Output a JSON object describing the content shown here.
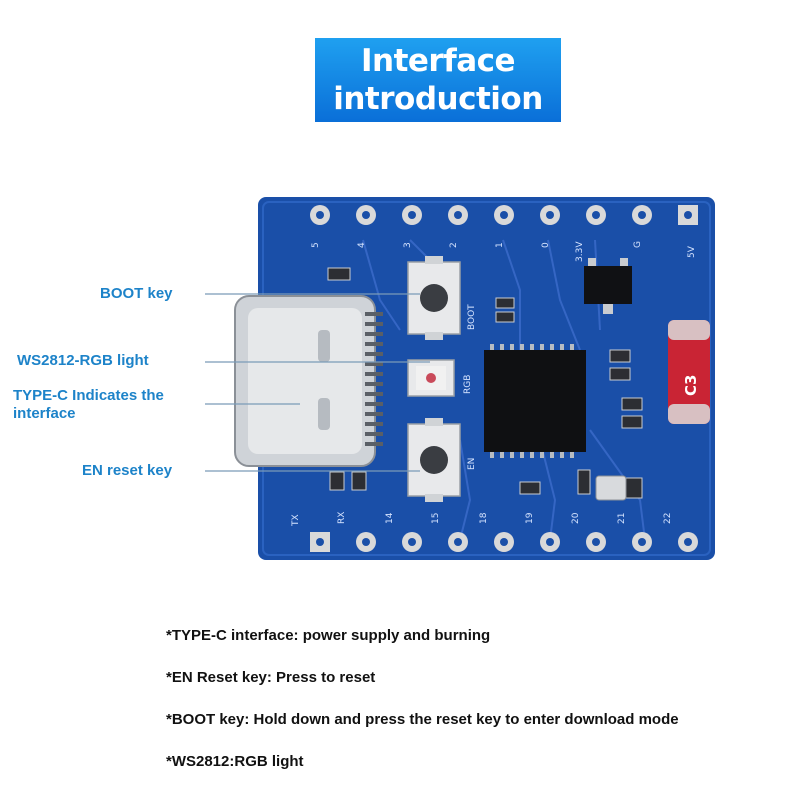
{
  "title": {
    "line1": "Interface",
    "line2": "introduction"
  },
  "callouts": {
    "boot": "BOOT key",
    "rgb": "WS2812-RGB light",
    "typec_line1": "TYPE-C Indicates the",
    "typec_line2": "interface",
    "en": "EN reset key"
  },
  "board": {
    "top_pins": [
      "5",
      "4",
      "3",
      "2",
      "1",
      "0",
      "3.3V",
      "G",
      "5V"
    ],
    "bottom_pins": [
      "TX",
      "RX",
      "14",
      "15",
      "18",
      "19",
      "20",
      "21",
      "22"
    ],
    "labels": {
      "boot": "BOOT",
      "rgb": "RGB",
      "en": "EN",
      "cap": "C3"
    }
  },
  "notes": [
    "*TYPE-C interface: power supply and burning",
    "*EN Reset key: Press to reset",
    "*BOOT key: Hold down and press the reset key to enter download mode",
    "*WS2812:RGB light"
  ],
  "colors": {
    "board": "#1a4fa8",
    "banner": "#0a6fd8",
    "callout": "#1d83c9"
  }
}
